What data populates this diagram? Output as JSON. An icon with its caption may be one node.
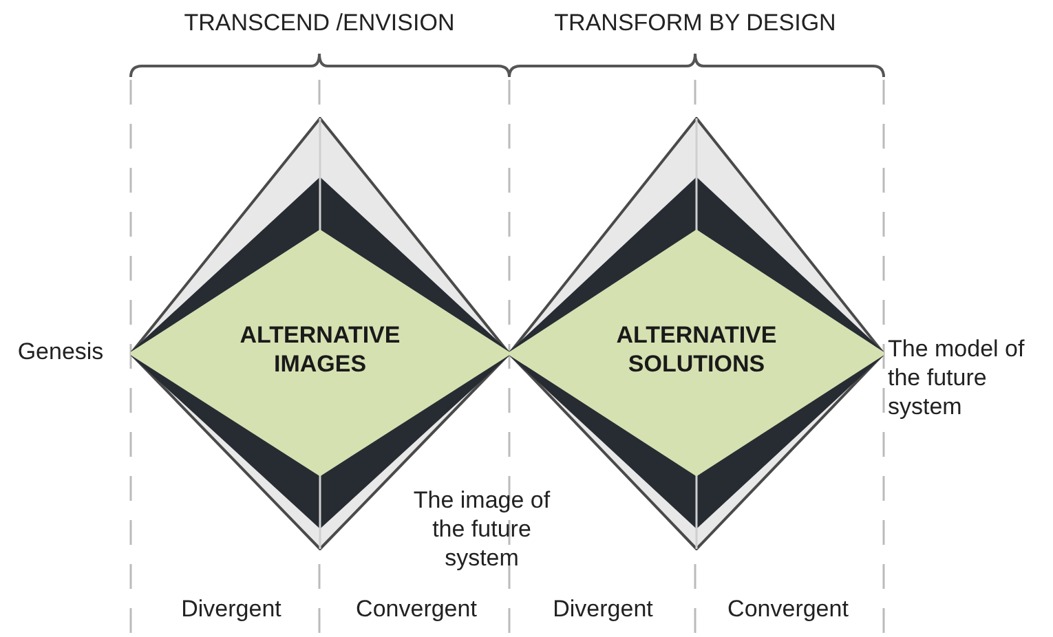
{
  "diagram": {
    "nodes": [
      {
        "text": [
          "ALTERNATIVE IMAGES"
        ]
      },
      {
        "text": [
          "ALTERNATIVE SOLUTIONS"
        ]
      }
    ],
    "edges": [],
    "labels": [
      "TRANSCEND /ENVISION",
      "TRANSFORM BY DESIGN",
      "Genesis",
      "The model of the future system",
      "The image of the future system",
      "Divergent",
      "Convergent",
      "Divergent",
      "Convergent"
    ]
  }
}
